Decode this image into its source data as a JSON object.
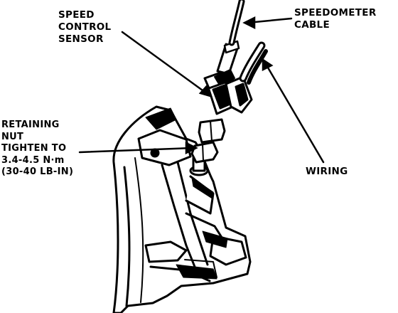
{
  "labels": {
    "speed_sensor": [
      "SPEED",
      "CONTROL",
      "SENSOR"
    ],
    "speedometer_cable": [
      "SPEEDOMETER",
      "CABLE"
    ],
    "retaining_nut": [
      "RETAINING",
      "NUT",
      "TIGHTEN TO",
      "3.4-4.5 N·m",
      "(30-40 LB-IN)"
    ],
    "wiring": "WIRING"
  },
  "colors": {
    "ink": "#000000",
    "paper": "#ffffff"
  }
}
